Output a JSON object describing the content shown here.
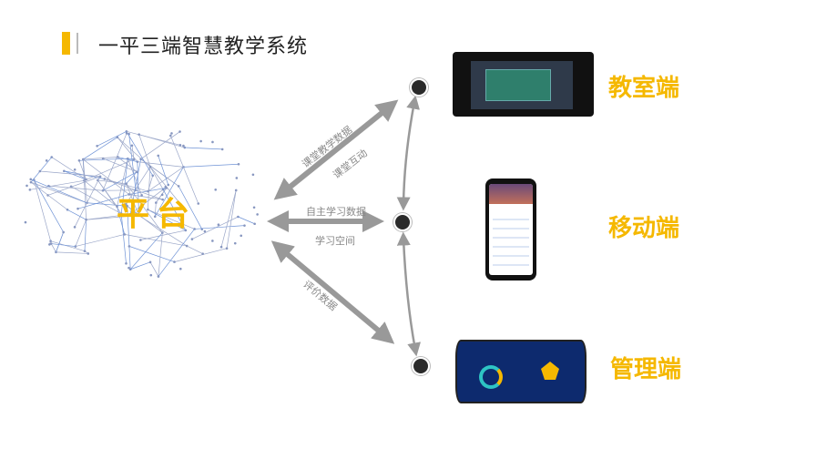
{
  "title": "一平三端智慧教学系统",
  "platform": "平台",
  "arrows": {
    "top_1": "课堂教学数据",
    "top_2": "课堂互动",
    "mid_1": "自主学习数据",
    "mid_2": "学习空间",
    "bottom_1": "评价数据"
  },
  "ends": [
    {
      "label": "教室端"
    },
    {
      "label": "移动端"
    },
    {
      "label": "管理端"
    }
  ],
  "colors": {
    "accent": "#f5b800",
    "arrow": "#999999"
  }
}
